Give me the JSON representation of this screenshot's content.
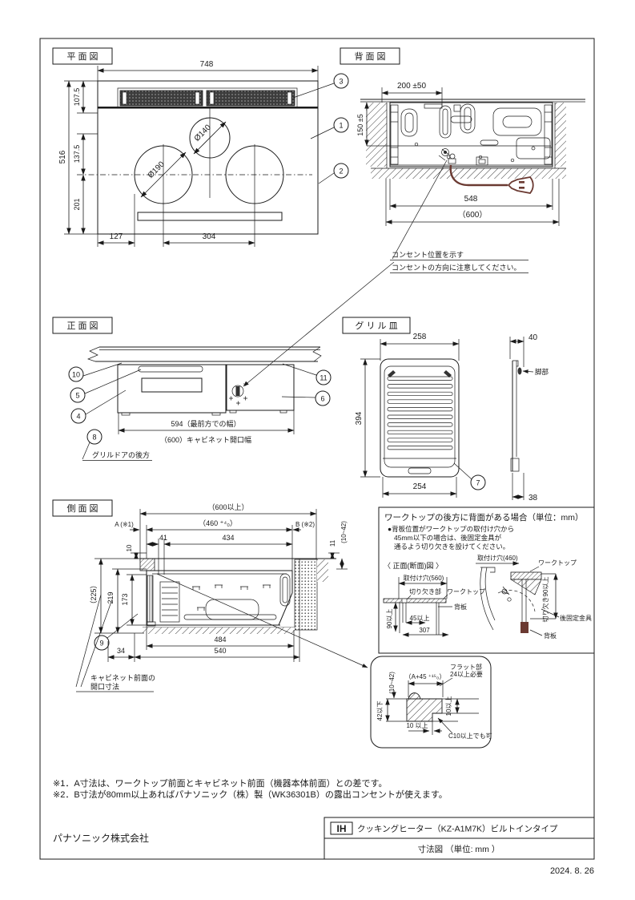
{
  "page": {
    "company": "パナソニック株式会社",
    "date": "2024. 8. 26"
  },
  "title_block": {
    "ih_badge": "IH",
    "product": "クッキングヒーター（KZ-A1M7K）ビルトインタイプ",
    "drawing_type": "寸法図 （単位: mm ）"
  },
  "notes": {
    "note1": "※1．A寸法は、ワークトップ前面とキャビネット前面（機器本体前面）との差です。",
    "note2": "※2．B寸法が80mm以上あればパナソニック（株）製（WK36301B）の露出コンセントが使えます。"
  },
  "plan_view": {
    "title": "平 面 図",
    "dim_width": "748",
    "dim_top": "107.5",
    "dim_height": "516",
    "dim_mid": "137.5",
    "dim_bottom": "201",
    "dim_left_offset": "127",
    "dim_center_span": "304",
    "burner_small": "Ø140",
    "burner_large": "Ø190",
    "callout_1": "1",
    "callout_2": "2",
    "callout_3": "3"
  },
  "rear_view": {
    "title": "背 面 図",
    "dim_cord": "200 ±50",
    "dim_height": "150 ±5",
    "dim_body": "548",
    "dim_opening": "（600）",
    "outlet_note_line1": "コンセント位置を示す",
    "outlet_note_line2": "コンセントの方向に注意してください。"
  },
  "front_view": {
    "title": "正 面 図",
    "dim_front_width": "594（最前方での幅）",
    "dim_cabinet": "（600）キャビネット開口幅",
    "grill_door_note": "グリルドアの後方",
    "callout_10": "10",
    "callout_5": "5",
    "callout_4": "4",
    "callout_8": "8",
    "callout_11": "11",
    "callout_6": "6"
  },
  "grill_pan": {
    "title": "グ リ ル 皿",
    "dim_width_top": "258",
    "dim_height": "394",
    "dim_width_bottom": "254",
    "dim_side_top": "40",
    "dim_side_bottom": "38",
    "leg_label": "脚部",
    "callout_7": "7"
  },
  "side_view": {
    "title": "側 面 図",
    "dim_overall": "（600以上）",
    "dim_460": "（460 ⁺⁴₀）",
    "dim_a": "A (※1)",
    "dim_b": "B (※2)",
    "dim_41": "41",
    "dim_434": "434",
    "dim_10": "10",
    "dim_11": "11",
    "dim_10_42": "(10~42)",
    "dim_225": "（225）",
    "dim_219": "219",
    "dim_173": "173",
    "dim_484": "484",
    "dim_540": "540",
    "dim_34": "34",
    "callout_9": "9",
    "cabinet_note_line1": "キャビネット前面の",
    "cabinet_note_line2": "開口寸法"
  },
  "back_panel_box": {
    "title": "ワークトップの後方に背面がある場合（単位：mm）",
    "body_line1": "●背板位置がワークトップの取付け穴から",
    "body_line2": "45mm以下の場合は、後固定金具が",
    "body_line3": "通るよう切り欠きを設けてください。",
    "section_label": "〈 正面(断面)図 〉",
    "hole_560": "取付け穴(560)",
    "cutout_label": "切り欠き部",
    "worktop_label_left": "ワークトップ",
    "back_board_left": "背板",
    "dim_90": "90以上",
    "dim_45": "45以上",
    "dim_307": "307",
    "hole_460": "取付け穴(460)",
    "worktop_label_right": "ワークトップ",
    "cutout_90": "切り欠き90以上",
    "bracket_label": "後固定金具",
    "back_board_right": "背板"
  },
  "flat_detail_box": {
    "dim_10_42": "(10~42)",
    "dim_a45": "（A+45 ⁺¹⁵₀）",
    "flat_line1": "フラット部",
    "flat_line2": "24以上必要",
    "dim_10_right": "10以上",
    "dim_42": "42以下",
    "dim_10_bottom": "10 以上",
    "c10_note": "C10以上でも可"
  }
}
